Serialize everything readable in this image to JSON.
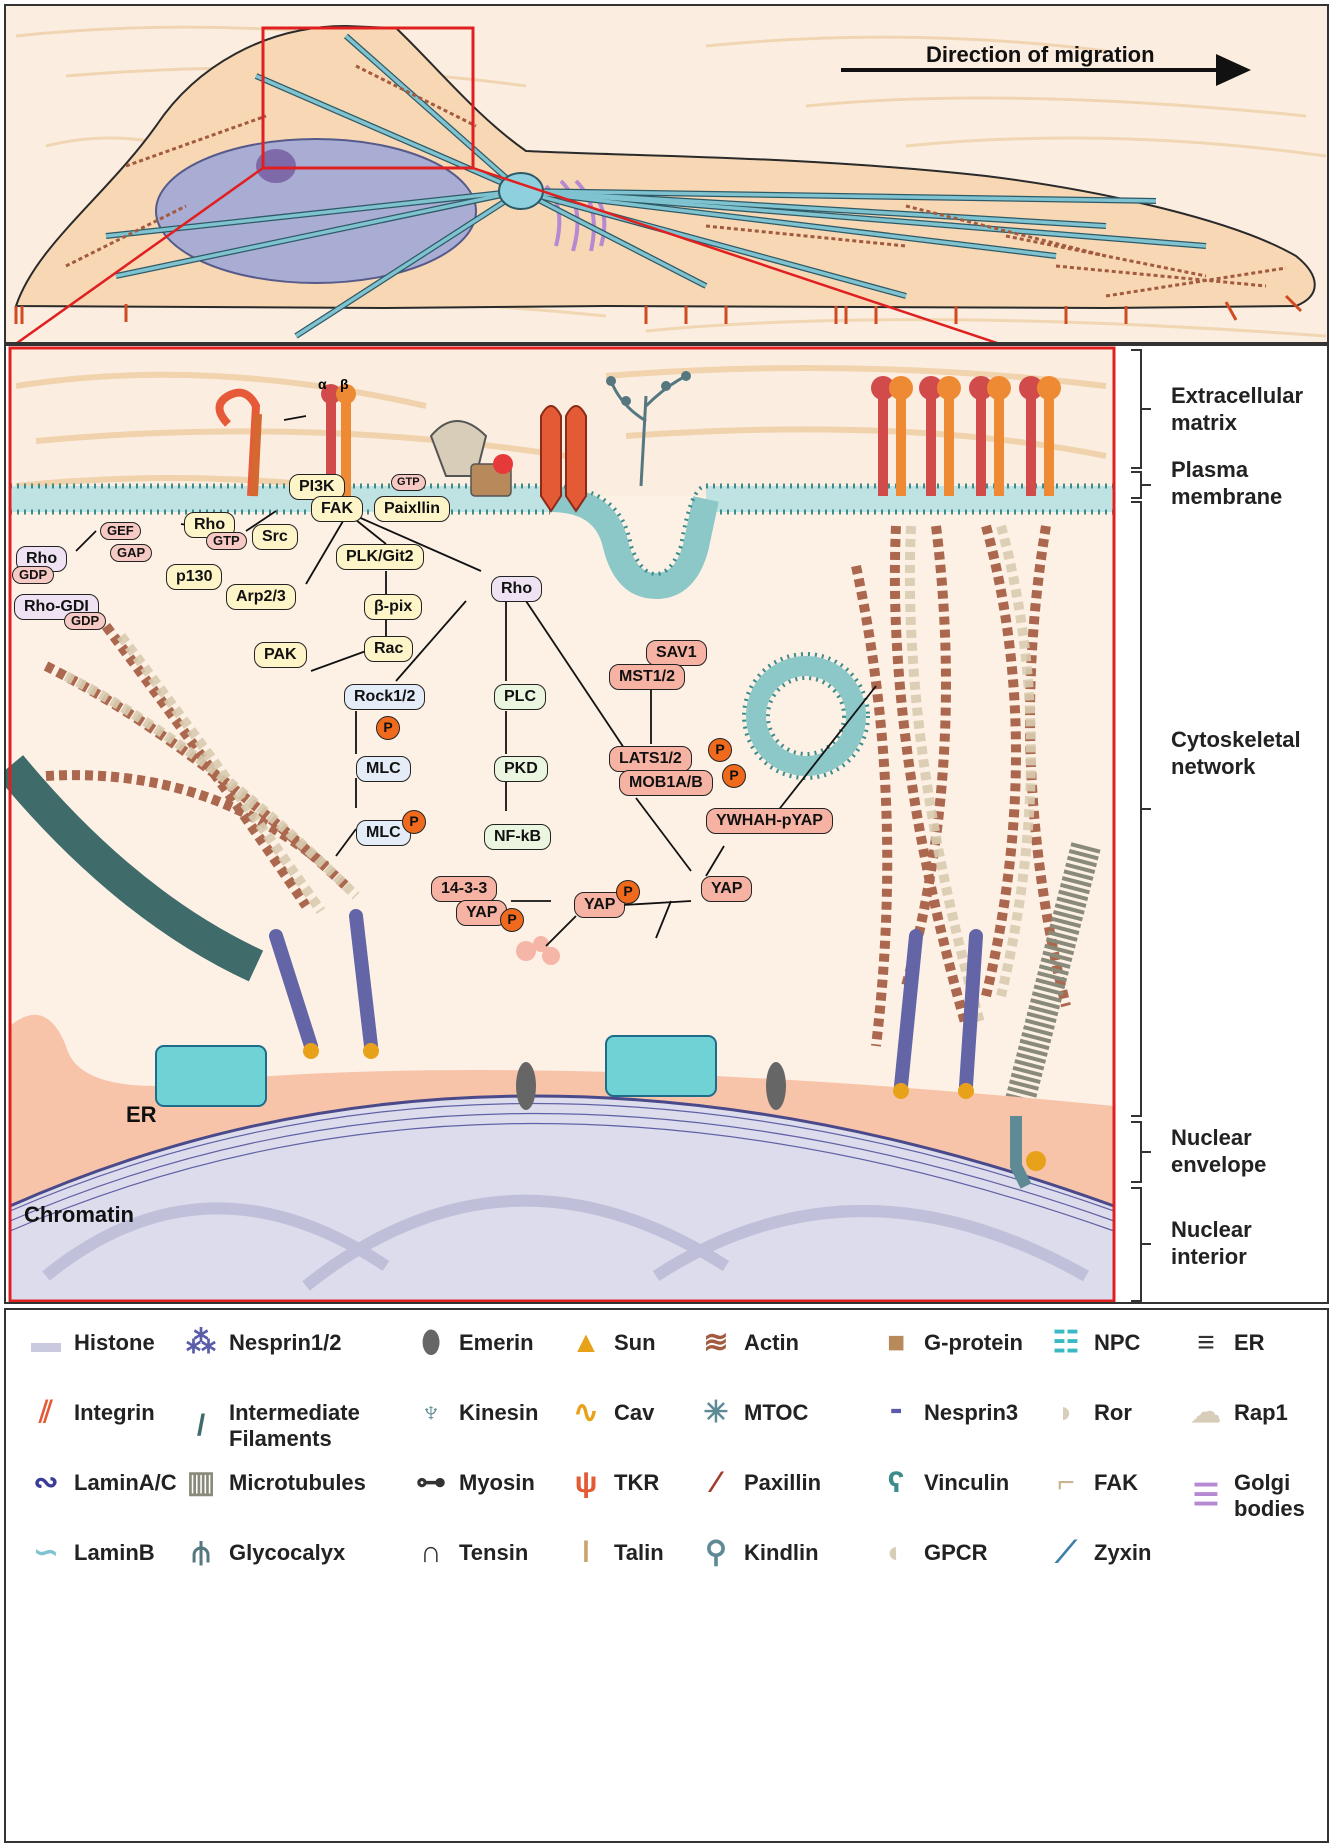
{
  "top_panel": {
    "migration_label": "Direction of migration"
  },
  "zoom_panel": {
    "integrin_alpha": "α",
    "integrin_beta": "β",
    "er_label": "ER",
    "chromatin_label": "Chromatin",
    "nodes": {
      "pi3k": "PI3K",
      "fak": "FAK",
      "gtp_small": "GTP",
      "paxillin": "Paixllin",
      "rho_gtp": "Rho",
      "gtp": "GTP",
      "gef": "GEF",
      "gap": "GAP",
      "src": "Src",
      "rho_gdp": "Rho",
      "gdp": "GDP",
      "p130": "p130",
      "rho_gdi": "Rho-GDI",
      "gdp2": "GDP",
      "plk_git2": "PLK/Git2",
      "arp23": "Arp2/3",
      "beta_pix": "β-pix",
      "rac": "Rac",
      "pak": "PAK",
      "rho_center": "Rho",
      "rock12": "Rock1/2",
      "mlc1": "MLC",
      "mlc2": "MLC",
      "plc": "PLC",
      "pkd": "PKD",
      "nfkb": "NF-kB",
      "sav1": "SAV1",
      "mst12": "MST1/2",
      "lats12": "LATS1/2",
      "mob1ab": "MOB1A/B",
      "ywhah_pyap": "YWHAH-pYAP",
      "yap": "YAP",
      "yap_p": "YAP",
      "y1433": "14-3-3",
      "yap_1433": "YAP",
      "p_mark": "P"
    }
  },
  "side_labels": {
    "ecm": "Extracellular matrix",
    "pm": "Plasma membrane",
    "cyto": "Cytoskeletal network",
    "ne": "Nuclear envelope",
    "ni": "Nuclear interior"
  },
  "legend": [
    {
      "label": "Histone",
      "icon": "histone-icon"
    },
    {
      "label": "Nesprin1/2",
      "icon": "nesprin12-icon"
    },
    {
      "label": "Emerin",
      "icon": "emerin-icon"
    },
    {
      "label": "Sun",
      "icon": "sun-icon"
    },
    {
      "label": "Actin",
      "icon": "actin-icon"
    },
    {
      "label": "G-protein",
      "icon": "g-protein-icon"
    },
    {
      "label": "NPC",
      "icon": "npc-icon"
    },
    {
      "label": "ER",
      "icon": "er-icon"
    },
    {
      "label": "Integrin",
      "icon": "integrin-icon"
    },
    {
      "label": "Intermediate Filaments",
      "icon": "intermediate-filaments-icon"
    },
    {
      "label": "Kinesin",
      "icon": "kinesin-icon"
    },
    {
      "label": "Cav",
      "icon": "cav-icon"
    },
    {
      "label": "MTOC",
      "icon": "mtoc-icon"
    },
    {
      "label": "Nesprin3",
      "icon": "nesprin3-icon"
    },
    {
      "label": "Ror",
      "icon": "ror-icon"
    },
    {
      "label": "Rap1",
      "icon": "rap1-icon"
    },
    {
      "label": "LaminA/C",
      "icon": "lamin-ac-icon"
    },
    {
      "label": "Microtubules",
      "icon": "microtubules-icon"
    },
    {
      "label": "Myosin",
      "icon": "myosin-icon"
    },
    {
      "label": "TKR",
      "icon": "tkr-icon"
    },
    {
      "label": "Paxillin",
      "icon": "paxillin-icon"
    },
    {
      "label": "Vinculin",
      "icon": "vinculin-icon"
    },
    {
      "label": "FAK",
      "icon": "fak-icon"
    },
    {
      "label": "Golgi bodies",
      "icon": "golgi-icon"
    },
    {
      "label": "LaminB",
      "icon": "lamin-b-icon"
    },
    {
      "label": "Glycocalyx",
      "icon": "glycocalyx-icon"
    },
    {
      "label": "Tensin",
      "icon": "tensin-icon"
    },
    {
      "label": "Talin",
      "icon": "talin-icon"
    },
    {
      "label": "Kindlin",
      "icon": "kindlin-icon"
    },
    {
      "label": "GPCR",
      "icon": "gpcr-icon"
    },
    {
      "label": "Zyxin",
      "icon": "zyxin-icon"
    }
  ],
  "colors": {
    "cytoplasm": "#f7d7b4",
    "nucleus": "#a9acd3",
    "microtubule": "#6fb4c4",
    "actin": "#a35a3e",
    "zoom_frame": "#e02020",
    "phospho": "#ef6a1c"
  }
}
